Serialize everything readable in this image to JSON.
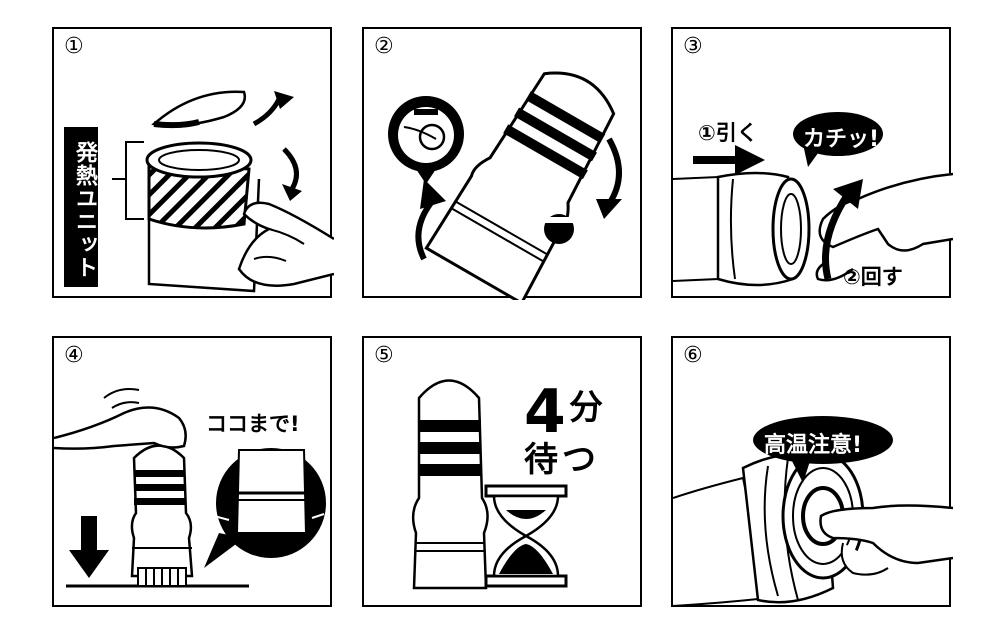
{
  "steps": [
    {
      "number": "①",
      "label": "発熱ユニット"
    },
    {
      "number": "②"
    },
    {
      "number": "③",
      "pull": "①引く",
      "click": "カチッ!",
      "turn": "②回す"
    },
    {
      "number": "④",
      "callout": "ココまで!"
    },
    {
      "number": "⑤",
      "time": "4",
      "unit": "分",
      "wait": "待つ"
    },
    {
      "number": "⑥",
      "warning": "高温注意!"
    }
  ],
  "colors": {
    "ink": "#000000",
    "paper": "#ffffff"
  }
}
